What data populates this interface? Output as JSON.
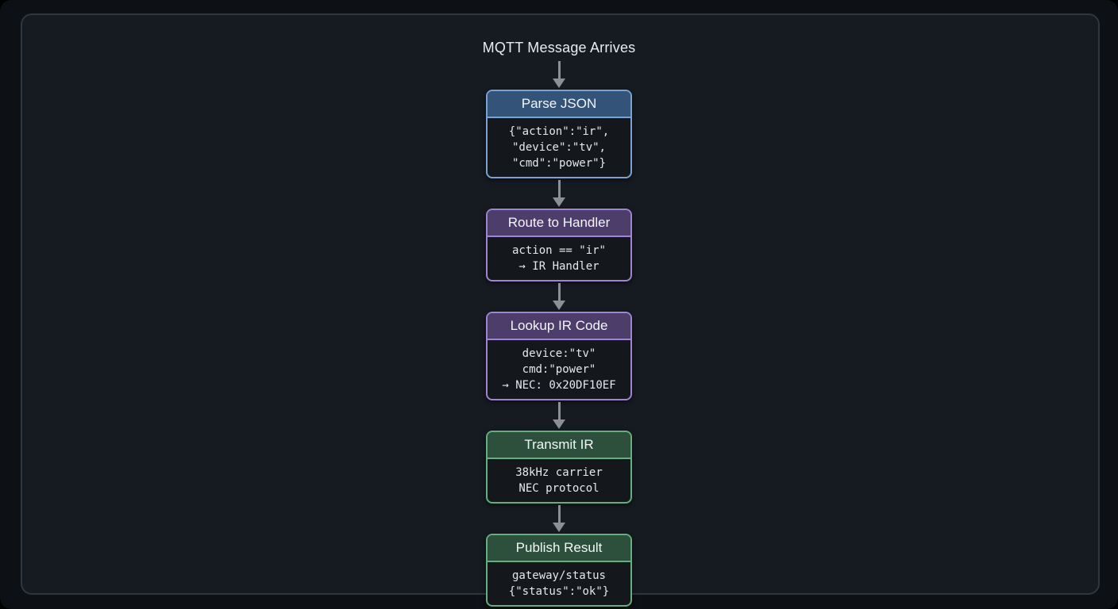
{
  "flow": {
    "start_label": "MQTT Message Arrives",
    "nodes": [
      {
        "label": "Parse JSON",
        "accent": "blue",
        "lines": [
          "{\"action\":\"ir\",",
          "\"device\":\"tv\",",
          "\"cmd\":\"power\"}"
        ]
      },
      {
        "label": "Route to Handler",
        "accent": "purple",
        "lines": [
          "action == \"ir\"",
          "→ IR Handler"
        ]
      },
      {
        "label": "Lookup IR Code",
        "accent": "purple",
        "lines": [
          "device:\"tv\"",
          "cmd:\"power\"",
          "→ NEC: 0x20DF10EF"
        ]
      },
      {
        "label": "Transmit IR",
        "accent": "green",
        "lines": [
          "38kHz carrier",
          "NEC protocol"
        ]
      },
      {
        "label": "Publish Result",
        "accent": "green",
        "lines": [
          "gateway/status",
          "{\"status\":\"ok\"}"
        ]
      }
    ]
  },
  "colors": {
    "outer-bg": "#0d1015",
    "panel-bg": "#161a21",
    "panel-border": "#2f3640",
    "node-body-bg": "#14171c",
    "arrow": "#8a9097",
    "title-text": "#e9ecef",
    "header-text": "#f4f6f8",
    "code-text": "#e6e9ec",
    "blue-border": "#7aa3d4",
    "blue-fill": "#345378",
    "purple-border": "#9e84d2",
    "purple-fill": "#4d3d6b",
    "green-border": "#63b07e",
    "green-fill": "#2d503c"
  }
}
